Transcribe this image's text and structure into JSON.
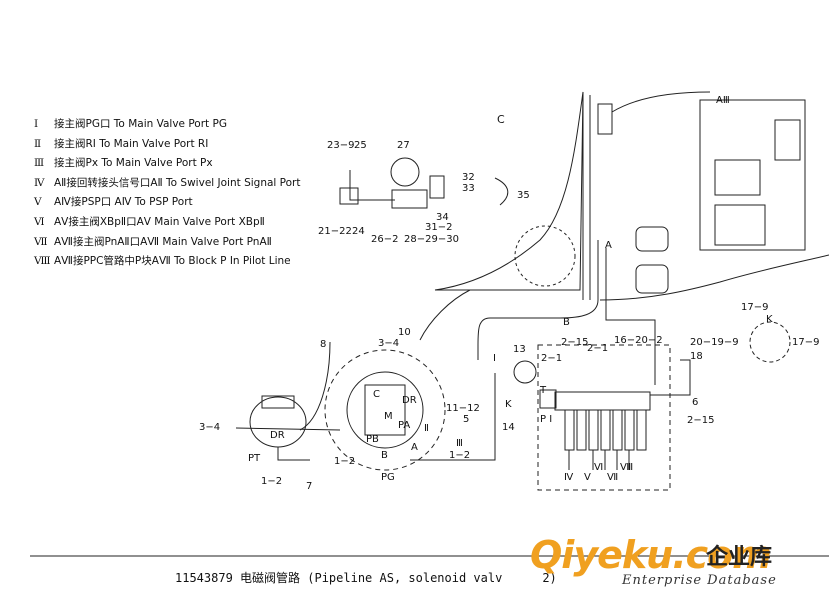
{
  "legend": [
    {
      "num": "Ⅰ",
      "text": "接主阀PG口 To Main Valve Port PG"
    },
    {
      "num": "Ⅱ",
      "text": "接主阀RⅠ  To Main Valve Port RⅠ"
    },
    {
      "num": "Ⅲ",
      "text": "接主阀Px    To Main Valve Port Px"
    },
    {
      "num": "Ⅳ",
      "text": "AⅡ接回转接头信号口AⅡ To Swivel Joint Signal Port"
    },
    {
      "num": "Ⅴ",
      "text": "AⅣ接PSP口 AⅣ To PSP Port"
    },
    {
      "num": "Ⅵ",
      "text": "AⅤ接主阀XBpⅡ口AⅤ Main Valve Port XBpⅡ"
    },
    {
      "num": "Ⅶ",
      "text": "AⅦ接主阀PnAⅡ口AⅦ Main Valve Port PnAⅡ"
    },
    {
      "num": "Ⅷ",
      "text": "AⅦ接PPC管路中P块AⅦ To Block P In Pilot Line"
    }
  ],
  "labels": {
    "c_top": "C",
    "a3": "AⅢ",
    "a": "A",
    "b": "B",
    "n23_9": "23−9",
    "n25": "25",
    "n27": "27",
    "n32": "32",
    "n33": "33",
    "n35": "35",
    "n21_22": "21−22",
    "n24": "24",
    "n26_2": "26−2",
    "n28_29_30": "28−29−30",
    "n31_2": "31−2",
    "n34": "34",
    "n17_9a": "17−9",
    "k_right": "K",
    "n20_19_9": "20−19−9",
    "n17_9b": "17−9",
    "n13": "13",
    "n2_15a": "2−15",
    "n2_1a": "2−1",
    "n2_1b": "2−1",
    "n16_20_2": "16−20−2",
    "n18": "18",
    "n6": "6",
    "n2_15b": "2−15",
    "i_small": "Ⅰ",
    "k_mid": "K",
    "t": "T",
    "p_i": "P Ⅰ",
    "iv": "Ⅳ",
    "v": "Ⅴ",
    "vi": "Ⅵ",
    "vii": "Ⅶ",
    "viii": "Ⅷ",
    "n10": "10",
    "n3_4a": "3−4",
    "n8": "8",
    "c_mid": "C",
    "dr_mid": "DR",
    "m": "M",
    "pa": "PA",
    "n11_12": "11−12",
    "n5": "5",
    "ii": "Ⅱ",
    "pb": "PB",
    "iii": "Ⅲ",
    "a_small": "A",
    "b_small": "B",
    "n1_2a": "1−2",
    "n1_2b": "1−2",
    "pg": "PG",
    "n14": "14",
    "n3_4b": "3−4",
    "dr_left": "DR",
    "pt": "PT",
    "n1_2c": "1−2",
    "n7": "7"
  },
  "caption": "11543879 电磁阀管路 (Pipeline AS, solenoid valv",
  "caption_tail": "2)",
  "watermark": {
    "logo": "Qiyeku.com",
    "cn": "企业库",
    "en": "Enterprise Database"
  }
}
